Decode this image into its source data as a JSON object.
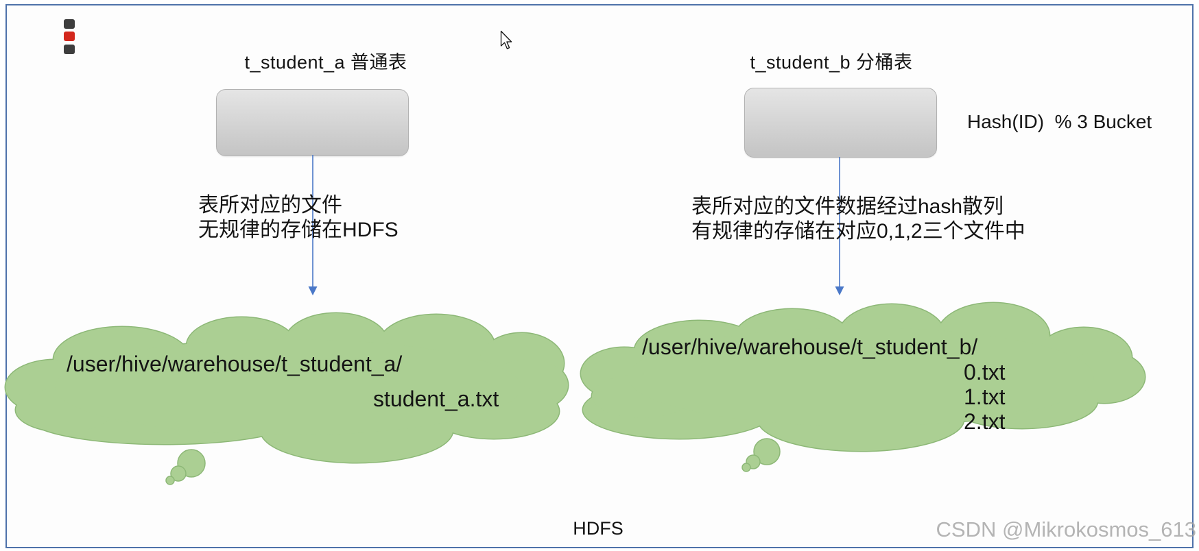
{
  "table_a": {
    "title": "t_student_a 普通表",
    "description": [
      "表所对应的文件",
      "无规律的存储在HDFS"
    ],
    "cloud": {
      "path": "/user/hive/warehouse/t_student_a/",
      "files": [
        "student_a.txt"
      ]
    }
  },
  "table_b": {
    "title": "t_student_b 分桶表",
    "bucket_rule": "Hash(ID)  % 3 Bucket",
    "description": [
      "表所对应的文件数据经过hash散列",
      "有规律的存储在对应0,1,2三个文件中"
    ],
    "cloud": {
      "path": "/user/hive/warehouse/t_student_b/",
      "files": [
        "0.txt",
        "1.txt",
        "2.txt"
      ]
    }
  },
  "footer": {
    "label": "HDFS"
  },
  "watermark": "CSDN @Mikrokosmos_613",
  "icons": {
    "pointer": "mouse-cursor-icon",
    "markers": [
      "marker-dark-icon",
      "marker-red-icon",
      "marker-dark-icon"
    ]
  },
  "colors": {
    "frame": "#4e72aa",
    "cloud_fill": "#abcf93",
    "cloud_stroke": "#8db877",
    "arrow": "#4a78c8",
    "box_top": "#e5e5e5",
    "box_bottom": "#c4c4c4",
    "box_border": "#b2b2b2",
    "marker_dark": "#3d3d3d",
    "marker_red": "#d3271c",
    "text": "#141414",
    "watermark": "#a3a3a3"
  }
}
